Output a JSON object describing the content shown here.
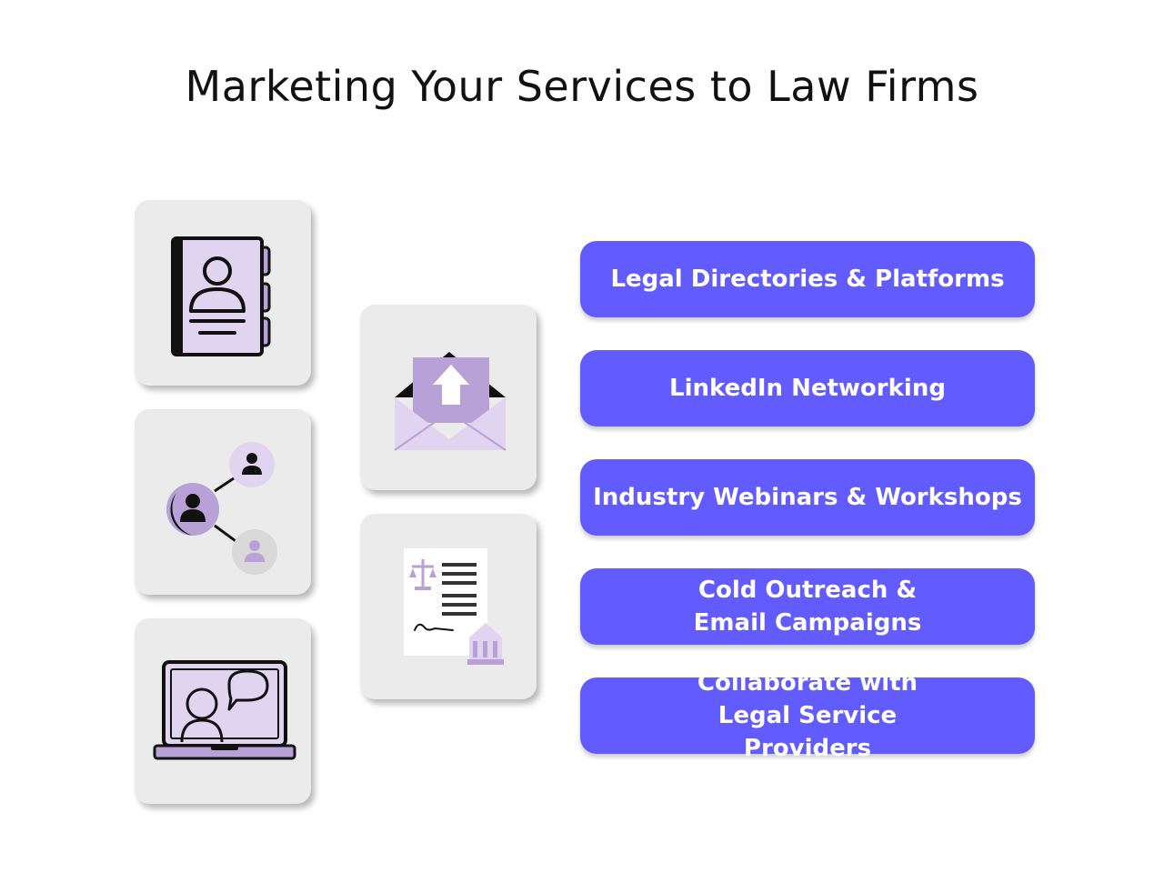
{
  "title": "Marketing Your Services to Law Firms",
  "colors": {
    "pill": "#625bff",
    "tile": "#ebebeb",
    "accent_light": "#e1d4f1",
    "accent": "#b7a1d6"
  },
  "icon_tiles": [
    {
      "icon": "address-book-icon"
    },
    {
      "icon": "network-people-icon"
    },
    {
      "icon": "video-call-laptop-icon"
    },
    {
      "icon": "email-upload-icon"
    },
    {
      "icon": "legal-document-icon"
    }
  ],
  "pills": [
    {
      "label": "Legal Directories & Platforms"
    },
    {
      "label": "LinkedIn Networking"
    },
    {
      "label": "Industry Webinars & Workshops"
    },
    {
      "label": "Cold Outreach & Email Campaigns"
    },
    {
      "label": "Collaborate with Legal Service Providers"
    }
  ]
}
